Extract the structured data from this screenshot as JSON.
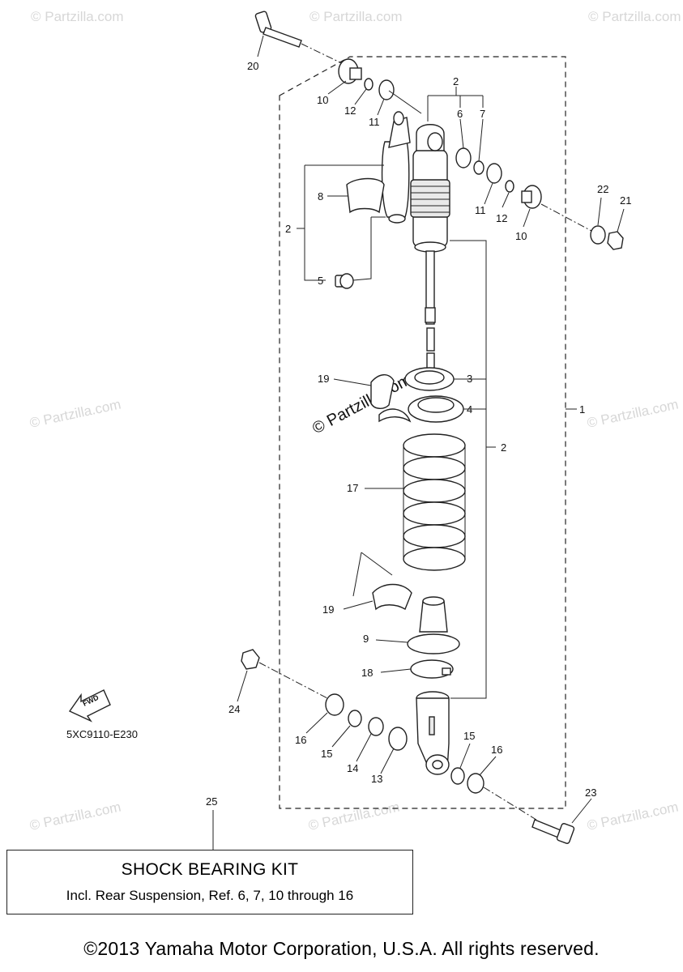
{
  "watermark": "© Partzilla.com",
  "callouts": {
    "c1": "1",
    "c2a": "2",
    "c2b": "2",
    "c2c": "2",
    "c3": "3",
    "c4": "4",
    "c5": "5",
    "c6": "6",
    "c7": "7",
    "c8": "8",
    "c9": "9",
    "c10a": "10",
    "c10b": "10",
    "c11a": "11",
    "c11b": "11",
    "c12a": "12",
    "c12b": "12",
    "c13": "13",
    "c14": "14",
    "c15a": "15",
    "c15b": "15",
    "c16a": "16",
    "c16b": "16",
    "c17": "17",
    "c18": "18",
    "c19a": "19",
    "c19b": "19",
    "c20": "20",
    "c21": "21",
    "c22": "22",
    "c23": "23",
    "c24": "24",
    "c25": "25"
  },
  "diagram_code": "5XC9110-E230",
  "fwd_label": "FWD",
  "kit": {
    "title": "SHOCK BEARING KIT",
    "description": "Incl. Rear Suspension, Ref. 6, 7, 10 through 16"
  },
  "copyright": "©2013 Yamaha Motor Corporation, U.S.A. All rights reserved."
}
